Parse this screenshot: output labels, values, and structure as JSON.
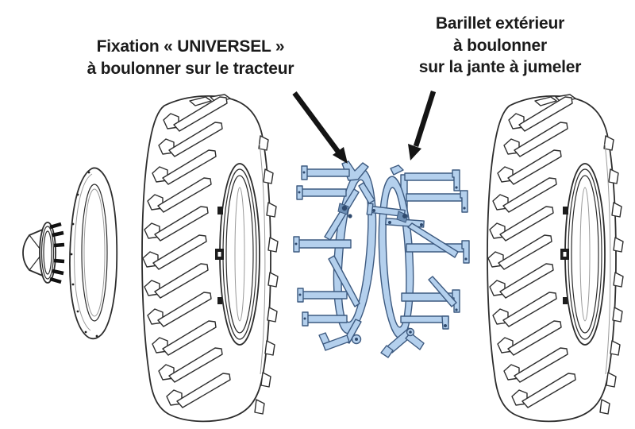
{
  "labels": {
    "universal_fixation": "Fixation « UNIVERSEL »\nà boulonner sur le tracteur",
    "outer_barrel": "Barillet extérieur\nà boulonner\nsur la jante à jumeler"
  },
  "diagram": {
    "parts": {
      "hub": "tractor-hub-with-studs",
      "disc": "wheel-disc",
      "inner_tyre": "tractor-tyre-inner",
      "universal_frame": "universal-fixation-frame",
      "barrel_frame": "outer-barrel-frame",
      "outer_tyre": "dual-tyre-outer"
    },
    "colors": {
      "frame_fill": "#b4d0ed",
      "frame_outline": "#3d5a80",
      "line_art": "#2d2d2d",
      "arrow": "#141414",
      "background": "#ffffff"
    }
  }
}
